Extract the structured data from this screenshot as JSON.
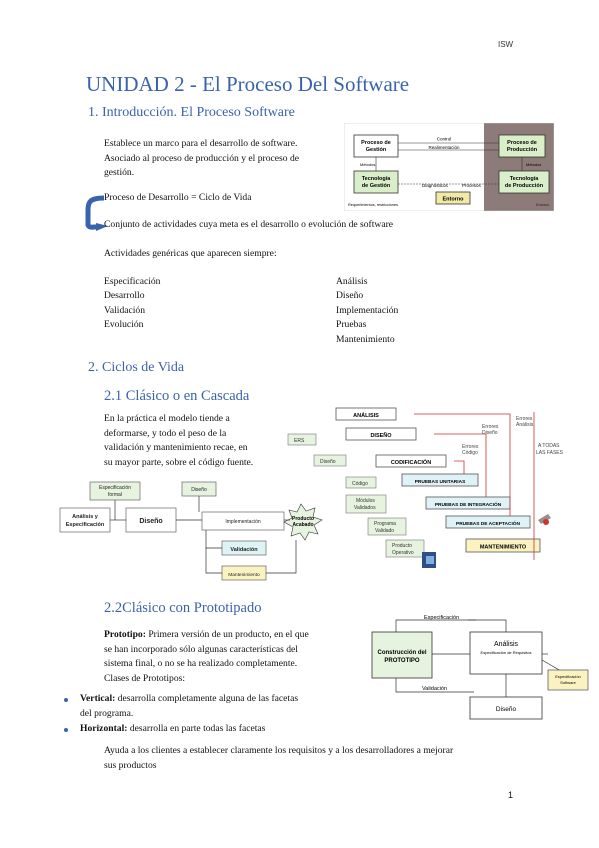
{
  "header": {
    "right": "ISW"
  },
  "title": "UNIDAD 2 - El Proceso Del Software",
  "section1": {
    "heading": "1.  Introducción. El Proceso Software",
    "intro_lines": [
      "Establece un marco para el desarrollo de software.",
      "Asociado al proceso de producción y el proceso de",
      "gestión."
    ],
    "equation": "Proceso de Desarrollo = Ciclo de Vida",
    "definition": "Conjunto de actividades cuya meta es el desarrollo o evolución de software",
    "activities_title": "Actividades genéricas que aparecen siempre:",
    "activities_left": [
      "Especificación",
      "Desarrollo",
      "Validación",
      "Evolución"
    ],
    "activities_right": [
      "Análisis",
      "Diseño",
      "Implementación",
      "Pruebas",
      "Mantenimiento"
    ]
  },
  "diagram1": {
    "box_gestion": [
      "Proceso de",
      "Gestión"
    ],
    "box_produccion": [
      "Proceso de",
      "Producción"
    ],
    "box_tec_gestion": [
      "Tecnología",
      "de Gestión"
    ],
    "box_tec_produccion": [
      "Tecnología",
      "de Producción"
    ],
    "box_entorno": "Entorno",
    "lbl_control": "Control",
    "lbl_realimentacion": "Realimentación",
    "lbl_metodos_left": "Métodos",
    "lbl_metodos_right": "Métodos",
    "lbl_diagnosticos": "Diagnósticos",
    "lbl_procesos": "Procesos",
    "lbl_recursos": "Requerimientos, restricciones",
    "lbl_fondo": "Entorno"
  },
  "section2": {
    "heading": "2.  Ciclos de Vida",
    "sub1": "2.1 Clásico o en Cascada",
    "sub1_lines": [
      "En la práctica el modelo tiende a",
      "deformarse, y todo el peso de la",
      "validación y mantenimiento recae, en",
      "su mayor parte, sobre el código fuente."
    ],
    "sub2": "2.2Clásico con Prototipado",
    "proto_term": "Prototipo:",
    "proto_first": " Primera versión de un producto, en el que",
    "proto_lines": [
      "se han incorporado sólo algunas características del",
      "sistema final, o no se ha realizado completamente.",
      "Clases de Prototipos:"
    ],
    "bullets": [
      {
        "term": "Vertical:",
        "text": " desarrolla completamente alguna de las facetas",
        "cont": "del programa."
      },
      {
        "term": "Horizontal:",
        "text": " desarrolla en parte todas las facetas",
        "cont": ""
      }
    ],
    "closing_lines": [
      "Ayuda a los clientes a establecer claramente los requisitos y a los desarrolladores a mejorar",
      "sus productos"
    ]
  },
  "cascade": {
    "analisis": "ANÁLISIS",
    "diseno": "DISEÑO",
    "codificacion": "CODIFICACIÓN",
    "pruebas_unitarias": "PRUEBAS UNITARIAS",
    "pruebas_integracion": "PRUEBAS DE INTEGRACIÓN",
    "pruebas_aceptacion": "PRUEBAS DE ACEPTACIÓN",
    "mantenimiento": "MANTENIMIENTO",
    "ers": "ERS",
    "diseno_doc": "Diseño",
    "codigo": "Código",
    "modulos": [
      "Módulos",
      "Validados"
    ],
    "programa": [
      "Programa",
      "Validado"
    ],
    "producto": [
      "Producto",
      "Operativo"
    ],
    "err_analisis": [
      "Errores",
      "Análisis"
    ],
    "err_diseno": [
      "Errores",
      "Diseño"
    ],
    "err_codigo": [
      "Errores",
      "Código"
    ],
    "todas_fases": [
      "A TODAS",
      "LAS FASES"
    ]
  },
  "simple_flow": {
    "analisis": [
      "Análisis y",
      "Especificación"
    ],
    "espec_formal": [
      "Especificación",
      "formal"
    ],
    "diseno_top": "Diseño",
    "diseno": "Diseño",
    "implementacion": "Implementación",
    "validacion": "Validación",
    "mantenimiento": "Mantenimiento",
    "producto": [
      "Producto",
      "Acabado"
    ]
  },
  "proto_diagram": {
    "especificacion": "Especificación",
    "construccion": [
      "Construcción del",
      "PROTOTIPO"
    ],
    "analisis": "Análisis",
    "espec_req": "Especificación de Requisitos",
    "validacion": "Validación",
    "diseno": "Diseño",
    "espec_sw": [
      "Especificación",
      "Software"
    ]
  },
  "footer": {
    "page": "1"
  }
}
